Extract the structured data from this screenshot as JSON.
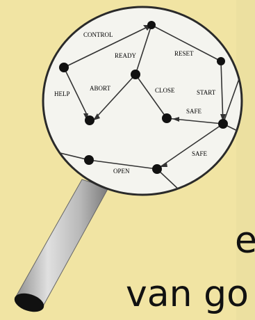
{
  "colors": {
    "background": "#f1e4a3",
    "lens": "#f4f4ef",
    "node": "#111111",
    "edge": "#333333",
    "handle": "#bdbdbd"
  },
  "labels": {
    "control": "CONTROL",
    "ready": "READY",
    "reset": "RESET",
    "help": "HELP",
    "abort": "ABORT",
    "close": "CLOSE",
    "start": "START",
    "safe_top": "SAFE",
    "safe_bottom": "SAFE",
    "open": "OPEN"
  },
  "text": {
    "fragment_1": "e",
    "fragment_2": "van go"
  }
}
